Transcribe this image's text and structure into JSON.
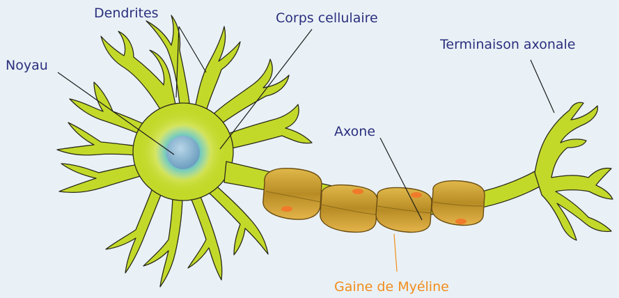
{
  "labels": {
    "dendrites": "Dendrites",
    "corps": "Corps cellulaire",
    "noyau": "Noyau",
    "terminaison": "Terminaison axonale",
    "axone": "Axone",
    "myeline": "Gaine de Myéline"
  },
  "colors": {
    "background": "#e9f1f6",
    "cell_fill": "#c3d92a",
    "cell_stroke": "#2a2a1a",
    "label_text": "#2b2f7e",
    "myelin_label": "#f28c1b",
    "myelin_fill": "#c9a13a",
    "myelin_spot": "#f07a2a",
    "nucleus": "#8fbcd6",
    "nucleus_glow": "#5fc4c9"
  }
}
